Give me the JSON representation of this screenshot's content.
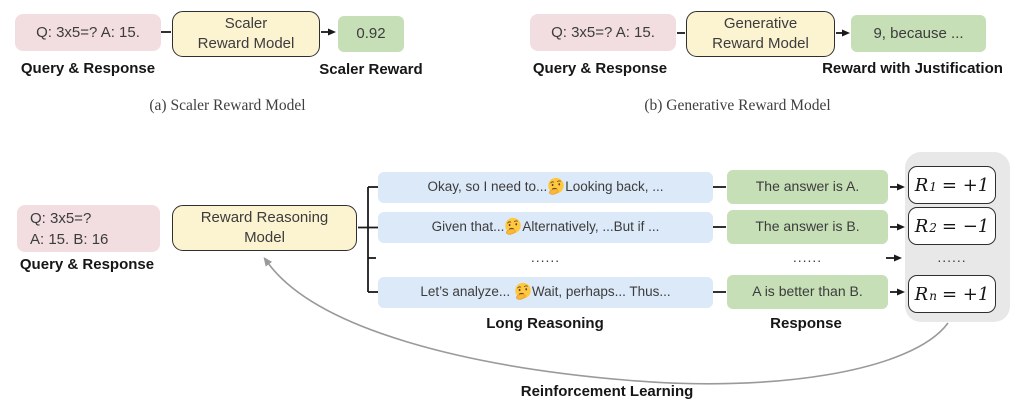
{
  "panel_a": {
    "input": "Q: 3x5=? A: 15.",
    "model_line1": "Scaler",
    "model_line2": "Reward Model",
    "output": "0.92",
    "input_label": "Query & Response",
    "output_label": "Scaler Reward",
    "caption": "(a) Scaler Reward Model"
  },
  "panel_b": {
    "input": "Q: 3x5=? A: 15.",
    "model_line1": "Generative",
    "model_line2": "Reward Model",
    "output": "9, because ...",
    "input_label": "Query & Response",
    "output_label": "Reward with Justification",
    "caption": "(b) Generative Reward Model"
  },
  "panel_c": {
    "input_line1": "Q: 3x5=?",
    "input_line2": "A: 15. B: 16",
    "input_label": "Query & Response",
    "model_line1": "Reward Reasoning",
    "model_line2": "Model",
    "reasoning_rows": [
      {
        "pre": "Okay, so I need to...",
        "post": "Looking back, ..."
      },
      {
        "pre": "Given that...",
        "post": "Alternatively, ...But if ..."
      },
      {
        "pre": "Let’s analyze... ",
        "post": "Wait, perhaps... Thus..."
      }
    ],
    "dots": "......",
    "responses": [
      "The answer is A.",
      "The answer is B.",
      "A is better than B."
    ],
    "rewards": [
      {
        "var": "R",
        "sub": "1",
        "eq": "= +1"
      },
      {
        "var": "R",
        "sub": "2",
        "eq": "= −1"
      },
      {
        "var": "R",
        "sub": "n",
        "eq": "= +1"
      }
    ],
    "reasoning_label": "Long Reasoning",
    "response_label": "Response",
    "rl_label": "Reinforcement Learning"
  },
  "colors": {
    "pink": "#f2dde0",
    "yellow": "#fcf3d1",
    "green": "#c6dfb6",
    "blue": "#dce9f8",
    "gray_panel": "#e8e8e8",
    "line": "#1a1a1a",
    "rl_arrow": "#9a9a9a"
  }
}
